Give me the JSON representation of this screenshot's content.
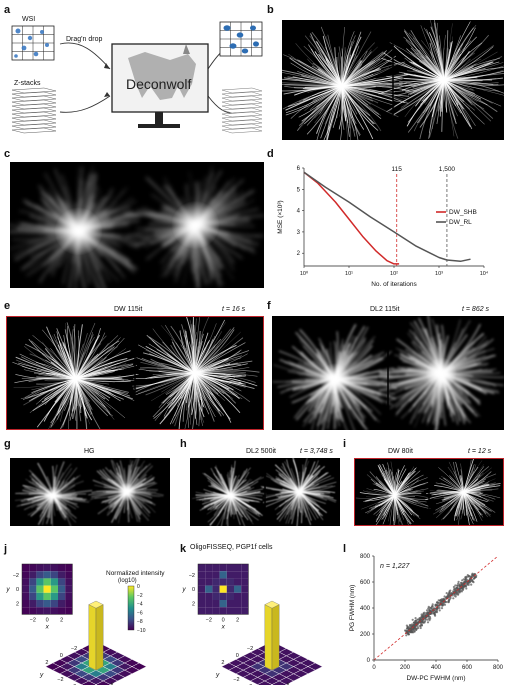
{
  "labels": {
    "a": "a",
    "b": "b",
    "c": "c",
    "d": "d",
    "e": "e",
    "f": "f",
    "g": "g",
    "h": "h",
    "i": "i",
    "j": "j",
    "k": "k",
    "l": "l"
  },
  "panel_a": {
    "wsi": "WSI",
    "zstacks": "Z-stacks",
    "dragdrop": "Drag'n drop",
    "app": "Deconwolf"
  },
  "panel_e": {
    "title": "DW 115it",
    "time": "t = 16 s"
  },
  "panel_f": {
    "title": "DL2 115it",
    "time": "t = 862 s"
  },
  "panel_g": {
    "title": "HG"
  },
  "panel_h": {
    "title": "DL2 500it",
    "time": "t = 3,748 s"
  },
  "panel_i": {
    "title": "DW 80it",
    "time": "t = 12 s"
  },
  "panel_j": {
    "cbar_title": "Normalized intensity",
    "cbar_unit": "(log10)",
    "cbar_ticks": [
      "0",
      "−2",
      "−4",
      "−6",
      "−8",
      "−10"
    ],
    "y": "y",
    "x": "x",
    "ticks": [
      "−2",
      "0",
      "2"
    ]
  },
  "panel_k": {
    "title": "OligoFISSEQ, PGP1f cells",
    "y": "y",
    "x": "x",
    "ticks": [
      "−2",
      "0",
      "2"
    ]
  },
  "colors": {
    "red": "#d12a2a",
    "grey": "#555555",
    "scatter": "#555555",
    "redframe": "#c0242b"
  },
  "chart_data": [
    {
      "type": "line",
      "panel": "d",
      "xlabel": "No. of iterations",
      "ylabel": "MSE (×10³)",
      "xscale": "log",
      "xlim": [
        1,
        10000
      ],
      "ylim": [
        1.4,
        6
      ],
      "xticks": [
        "10⁰",
        "10¹",
        "10²",
        "10³",
        "10⁴"
      ],
      "yticks": [
        "2",
        "3",
        "4",
        "5",
        "6"
      ],
      "vlines": [
        {
          "x": 115,
          "label": "115",
          "color": "#d12a2a"
        },
        {
          "x": 1500,
          "label": "1,500",
          "color": "#555555"
        }
      ],
      "legend_position": "right",
      "series": [
        {
          "name": "DW_SHB",
          "color": "#d12a2a",
          "x": [
            1,
            2,
            5,
            10,
            20,
            40,
            70,
            100,
            115,
            130
          ],
          "y": [
            5.8,
            5.3,
            4.4,
            3.6,
            2.8,
            2.1,
            1.65,
            1.5,
            1.5,
            1.5
          ]
        },
        {
          "name": "DW_RL",
          "color": "#555555",
          "x": [
            1,
            3,
            10,
            30,
            100,
            300,
            1000,
            1500,
            3000,
            5000
          ],
          "y": [
            5.8,
            5.1,
            4.4,
            3.7,
            3.0,
            2.35,
            1.8,
            1.68,
            1.62,
            1.72
          ]
        }
      ]
    },
    {
      "type": "scatter",
      "panel": "l",
      "annotation": "n = 1,227",
      "xlabel": "DW-PC FWHM (nm)",
      "ylabel": "PG FWHM (nm)",
      "xlim": [
        0,
        800
      ],
      "ylim": [
        0,
        800
      ],
      "xticks": [
        "0",
        "200",
        "400",
        "600",
        "800"
      ],
      "yticks": [
        "0",
        "200",
        "400",
        "600",
        "800"
      ],
      "diagonal": true,
      "points_center": {
        "x_range": [
          220,
          650
        ],
        "slope": 1.0
      }
    }
  ]
}
